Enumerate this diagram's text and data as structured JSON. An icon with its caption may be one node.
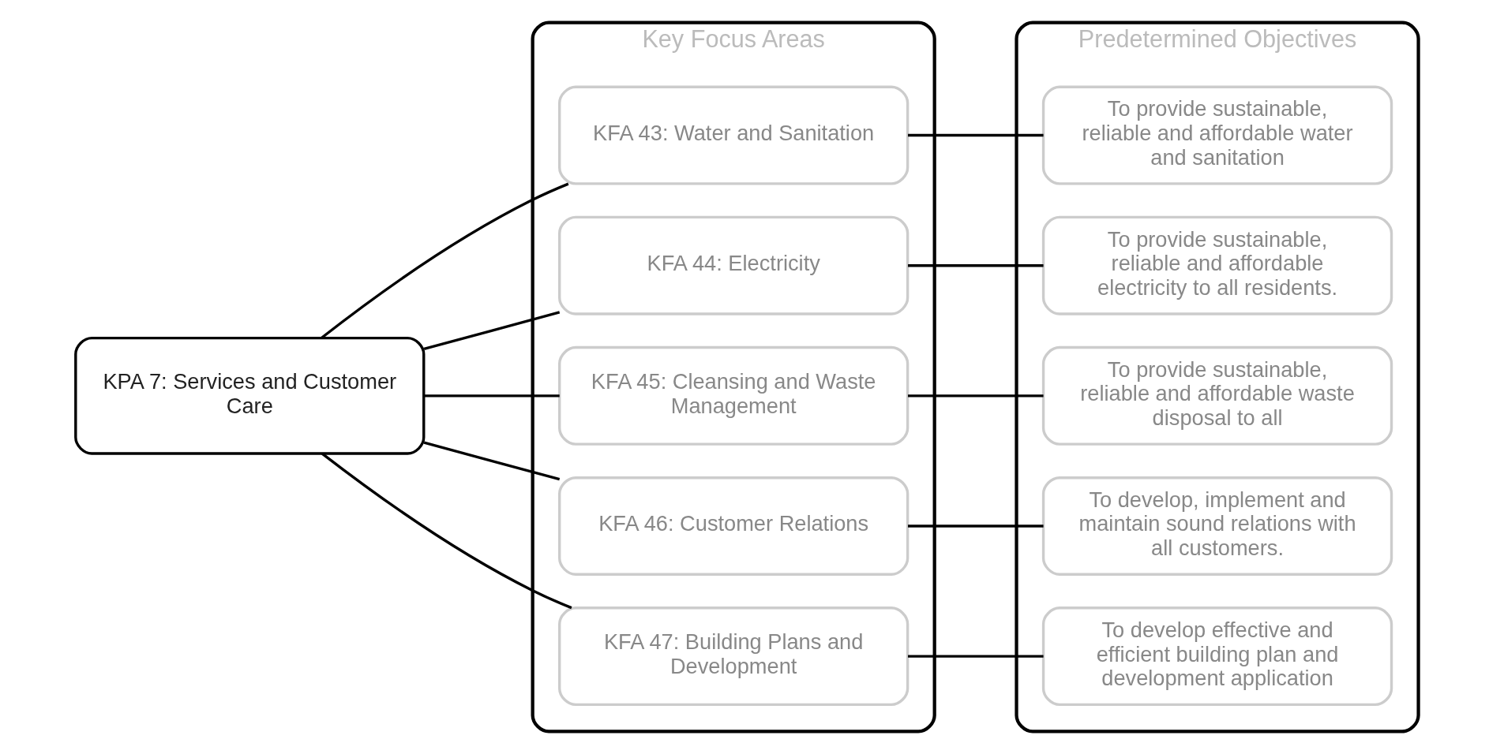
{
  "diagram": {
    "nodes": [
      {
        "text": [
          "KPA 7: Services and Customer Care"
        ]
      },
      {
        "text": [
          "Key Focus Areas"
        ]
      },
      {
        "text": [
          "KFA 43: Water and Sanitation"
        ],
        "in": 1
      },
      {
        "text": [
          "KFA 44: Electricity"
        ],
        "in": 1
      },
      {
        "text": [
          "KFA 45: Cleansing and Waste Management"
        ],
        "in": 1
      },
      {
        "text": [
          "KFA 46: Customer Relations"
        ],
        "in": 1
      },
      {
        "text": [
          "KFA 47: Building Plans and Development"
        ],
        "in": 1
      },
      {
        "text": [
          "Predetermined Objectives"
        ]
      },
      {
        "text": [
          "To provide sustainable, reliable and affordable water and sanitation"
        ],
        "in": 7
      },
      {
        "text": [
          "To provide sustainable, reliable and affordable electricity to all residents."
        ],
        "in": 7
      },
      {
        "text": [
          "To provide sustainable, reliable and affordable waste disposal to all"
        ],
        "in": 7
      },
      {
        "text": [
          "To develop, implement and maintain sound relations with all customers."
        ],
        "in": 7
      },
      {
        "text": [
          "To develop effective and efficient building plan and development application"
        ],
        "in": 7
      }
    ],
    "edges": [
      {
        "from": 0,
        "to": 2,
        "arrow": "none"
      },
      {
        "from": 0,
        "to": 3,
        "arrow": "none"
      },
      {
        "from": 0,
        "to": 4,
        "arrow": "none"
      },
      {
        "from": 0,
        "to": 5,
        "arrow": "none"
      },
      {
        "from": 0,
        "to": 6,
        "arrow": "none"
      },
      {
        "from": 2,
        "to": 8,
        "arrow": "none"
      },
      {
        "from": 3,
        "to": 9,
        "arrow": "none"
      },
      {
        "from": 4,
        "to": 10,
        "arrow": "none"
      },
      {
        "from": 5,
        "to": 11,
        "arrow": "none"
      },
      {
        "from": 6,
        "to": 12,
        "arrow": "none"
      }
    ]
  }
}
